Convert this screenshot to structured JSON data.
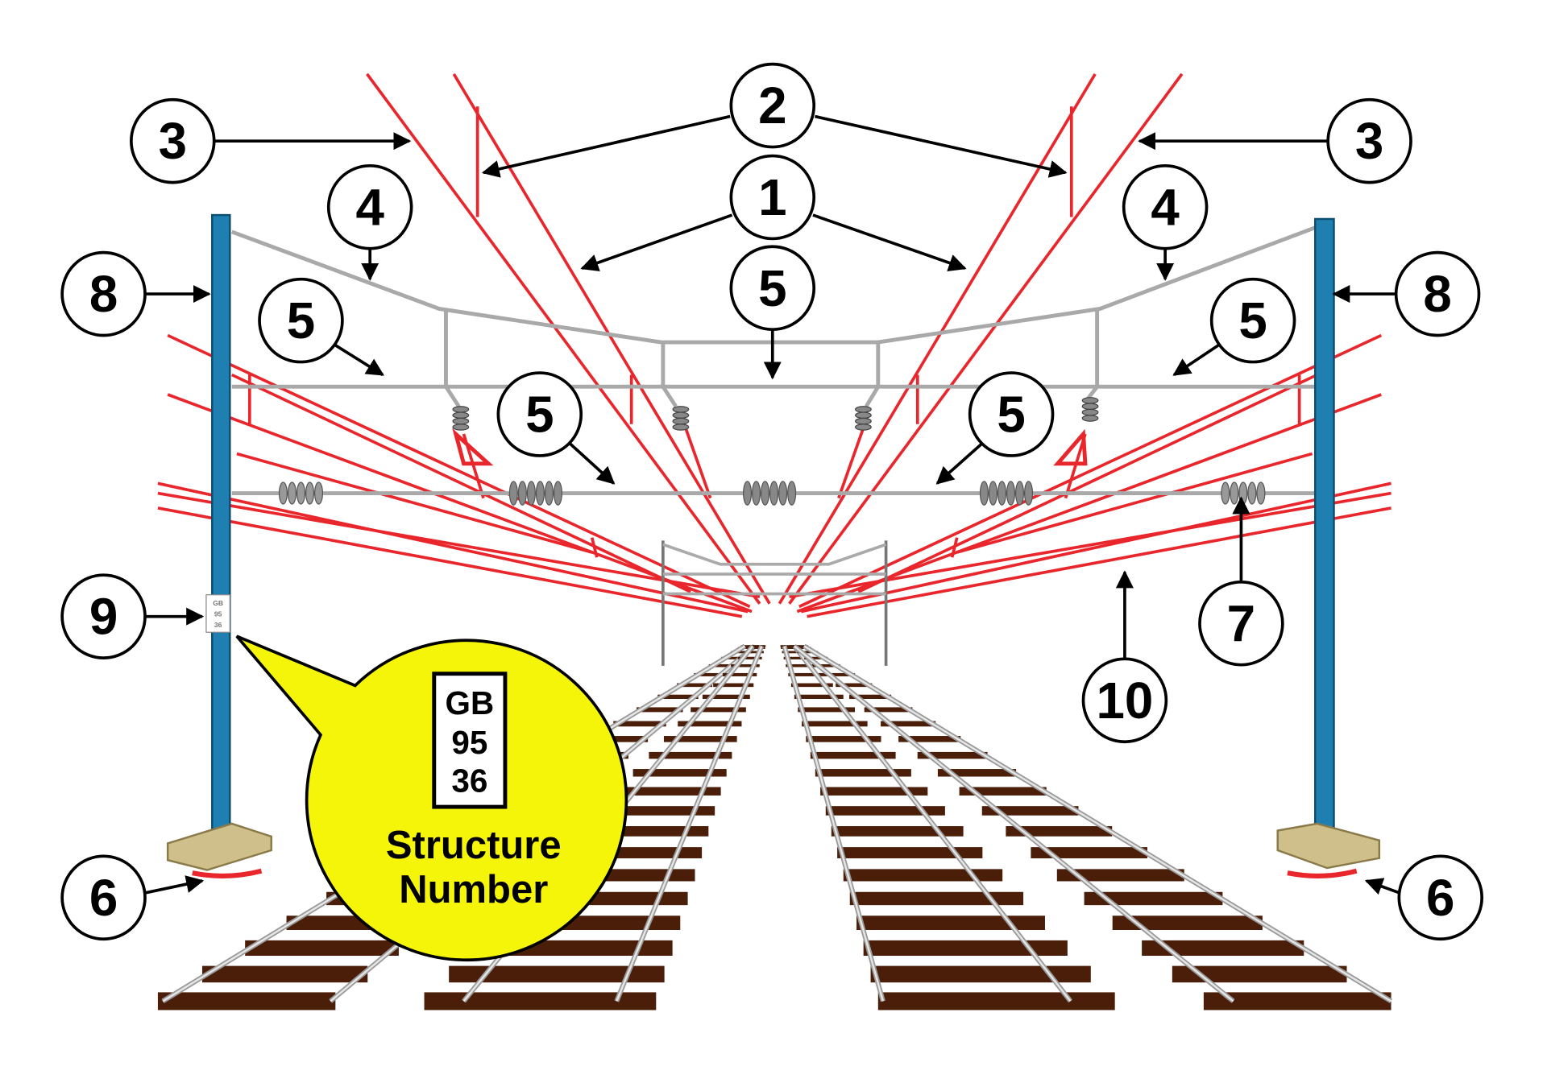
{
  "labels": {
    "n1": "1",
    "n2": "2",
    "n3": "3",
    "n4": "4",
    "n5": "5",
    "n6": "6",
    "n7": "7",
    "n8": "8",
    "n9": "9",
    "n10": "10"
  },
  "callout": {
    "plate_line1": "GB",
    "plate_line2": "95",
    "plate_line3": "36",
    "caption_line1": "Structure",
    "caption_line2": "Number"
  },
  "colors": {
    "wire_red": "#e8262b",
    "catenary_gray": "#a9a9a9",
    "mast_blue": "#1e7fb0",
    "base_tan": "#cfbf8a",
    "sleeper_brown": "#4a1e08",
    "callout_yellow": "#f5f50a"
  }
}
